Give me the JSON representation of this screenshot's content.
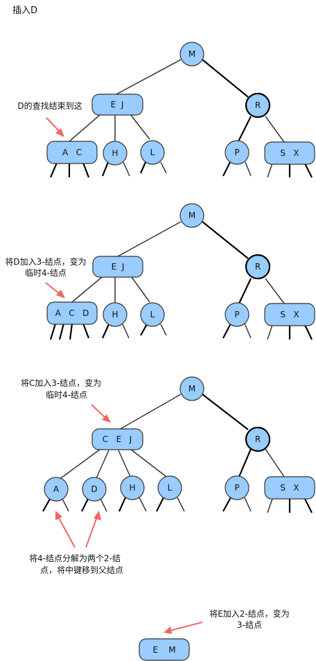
{
  "title": "插入D",
  "steps": [
    {
      "node_labels": {
        "M": "M",
        "R": "R",
        "EJ": "E  J",
        "AC": "A   C",
        "H": "H",
        "L": "L",
        "P": "P",
        "SX": "S   X"
      },
      "notes": [
        "D的查找结束到这"
      ]
    },
    {
      "node_labels": {
        "M": "M",
        "R": "R",
        "EJ": "E  J",
        "ACD": "A   C   D",
        "H": "H",
        "L": "L",
        "P": "P",
        "SX": "S   X"
      },
      "notes": [
        "将D加入3-结点，变为",
        "临时4-结点"
      ]
    },
    {
      "node_labels": {
        "M": "M",
        "R": "R",
        "CEJ": "C   E   J",
        "A": "A",
        "D": "D",
        "H": "H",
        "L": "L",
        "P": "P",
        "SX": "S   X"
      },
      "notes": [
        "将C加入3-结点，变为",
        "临时4-结点"
      ],
      "notes2": [
        "将4-结点分解为两个2-结",
        "点，将中键移到父结点"
      ]
    },
    {
      "node_labels": {
        "EM": "E    M"
      },
      "notes": [
        "将E加入2-结点，变为",
        "3-结点"
      ]
    }
  ],
  "colors": {
    "node_fill": "#99ccff",
    "arrow": "#ee6666",
    "edge": "#333333"
  }
}
